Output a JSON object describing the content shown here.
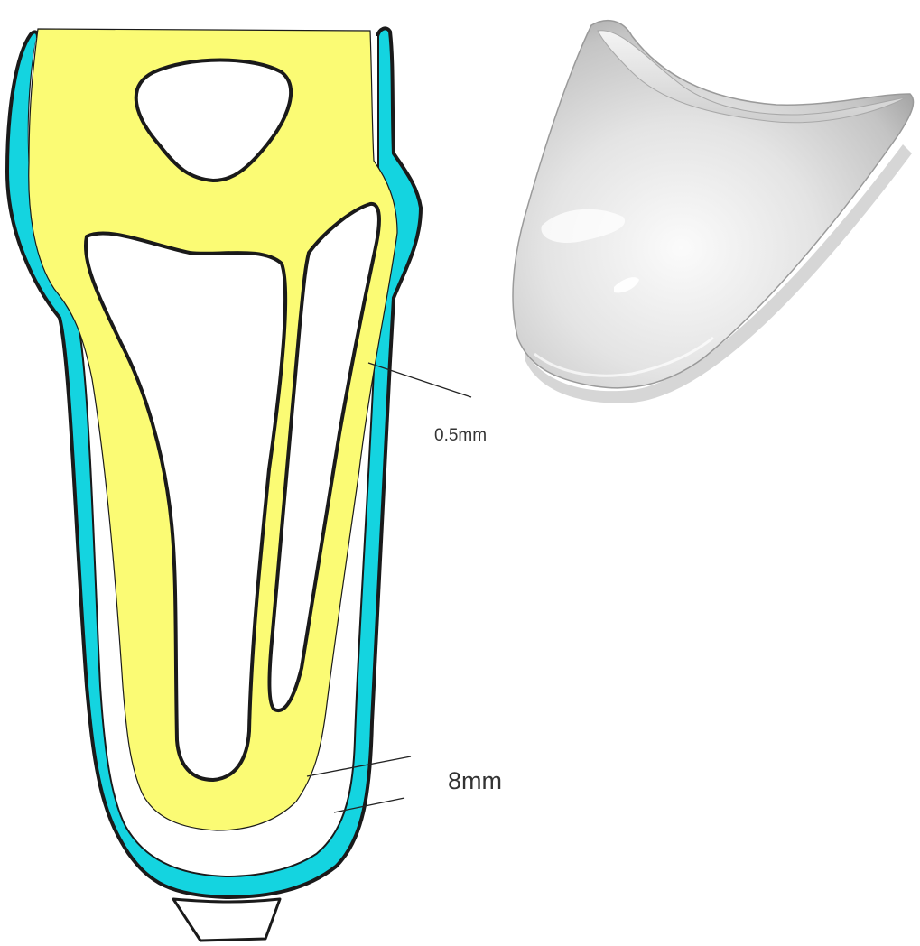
{
  "labels": {
    "thin_layer": "0.5mm",
    "depth": "8mm"
  },
  "colors": {
    "outer_layer": "#14d4e0",
    "inner_body": "#fbfb74",
    "cavity": "#ffffff",
    "outline": "#1a1a1a",
    "cap_light": "#f2f2f2",
    "cap_shadow": "#8c8c8c"
  },
  "icons": {
    "cross_section": "socket-cross-section",
    "photo": "translucent-cap-photo"
  }
}
